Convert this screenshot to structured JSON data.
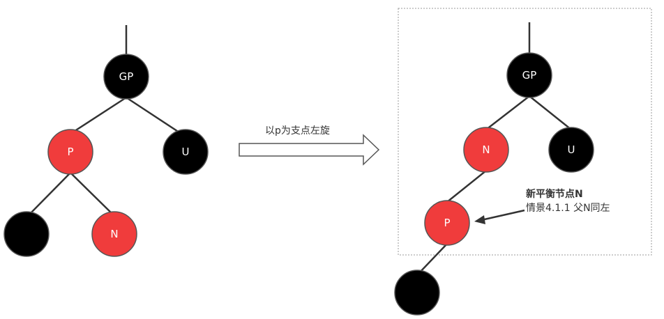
{
  "left_tree": {
    "nodes": {
      "gp": {
        "label": "GP",
        "color": "#000000"
      },
      "p": {
        "label": "P",
        "color": "#f03c3c"
      },
      "u": {
        "label": "U",
        "color": "#000000"
      },
      "nil": {
        "label": "",
        "color": "#000000"
      },
      "n": {
        "label": "N",
        "color": "#f03c3c"
      }
    }
  },
  "transition": {
    "label": "以p为支点左旋"
  },
  "right_tree": {
    "nodes": {
      "gp": {
        "label": "GP",
        "color": "#000000"
      },
      "n": {
        "label": "N",
        "color": "#f03c3c"
      },
      "u": {
        "label": "U",
        "color": "#000000"
      },
      "p": {
        "label": "P",
        "color": "#f03c3c"
      },
      "nil": {
        "label": "",
        "color": "#000000"
      }
    },
    "annotation": {
      "title": "新平衡节点N",
      "subtitle": "情景4.1.1 父N同左"
    }
  },
  "colors": {
    "edge": "#333333",
    "node_outline": "#555555",
    "frame": "#999999"
  }
}
